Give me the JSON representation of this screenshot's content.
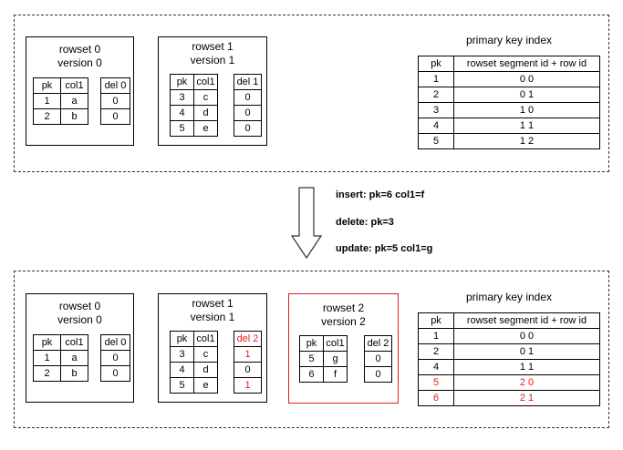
{
  "top": {
    "rowset0": {
      "title": "rowset 0",
      "version": "version 0",
      "headers": [
        "pk",
        "col1"
      ],
      "rows": [
        [
          "1",
          "a"
        ],
        [
          "2",
          "b"
        ]
      ],
      "del_header": "del 0",
      "del": [
        "0",
        "0"
      ]
    },
    "rowset1": {
      "title": "rowset 1",
      "version": "version 1",
      "headers": [
        "pk",
        "col1"
      ],
      "rows": [
        [
          "3",
          "c"
        ],
        [
          "4",
          "d"
        ],
        [
          "5",
          "e"
        ]
      ],
      "del_header": "del 1",
      "del": [
        "0",
        "0",
        "0"
      ]
    },
    "index": {
      "title": "primary key index",
      "headers": [
        "pk",
        "rowset segment id + row id"
      ],
      "rows": [
        [
          "1",
          "0 0"
        ],
        [
          "2",
          "0 1"
        ],
        [
          "3",
          "1 0"
        ],
        [
          "4",
          "1 1"
        ],
        [
          "5",
          "1 2"
        ]
      ]
    }
  },
  "operations": [
    "insert: pk=6 col1=f",
    "delete: pk=3",
    "update: pk=5 col1=g"
  ],
  "bottom": {
    "rowset0": {
      "title": "rowset 0",
      "version": "version 0",
      "headers": [
        "pk",
        "col1"
      ],
      "rows": [
        [
          "1",
          "a"
        ],
        [
          "2",
          "b"
        ]
      ],
      "del_header": "del 0",
      "del": [
        "0",
        "0"
      ]
    },
    "rowset1": {
      "title": "rowset 1",
      "version": "version 1",
      "headers": [
        "pk",
        "col1"
      ],
      "rows": [
        [
          "3",
          "c"
        ],
        [
          "4",
          "d"
        ],
        [
          "5",
          "e"
        ]
      ],
      "del_header": "del 2",
      "del": [
        "1",
        "0",
        "1"
      ]
    },
    "rowset2": {
      "title": "rowset 2",
      "version": "version 2",
      "headers": [
        "pk",
        "col1"
      ],
      "rows": [
        [
          "5",
          "g"
        ],
        [
          "6",
          "f"
        ]
      ],
      "del_header": "del 2",
      "del": [
        "0",
        "0"
      ]
    },
    "index": {
      "title": "primary key index",
      "headers": [
        "pk",
        "rowset segment id + row id"
      ],
      "rows": [
        [
          "1",
          "0 0"
        ],
        [
          "2",
          "0 1"
        ],
        [
          "4",
          "1 1"
        ],
        [
          "5",
          "2 0"
        ],
        [
          "6",
          "2 1"
        ]
      ]
    }
  },
  "colors": {
    "highlight": "#e02020",
    "border": "#000000",
    "dashed": "#333333"
  }
}
